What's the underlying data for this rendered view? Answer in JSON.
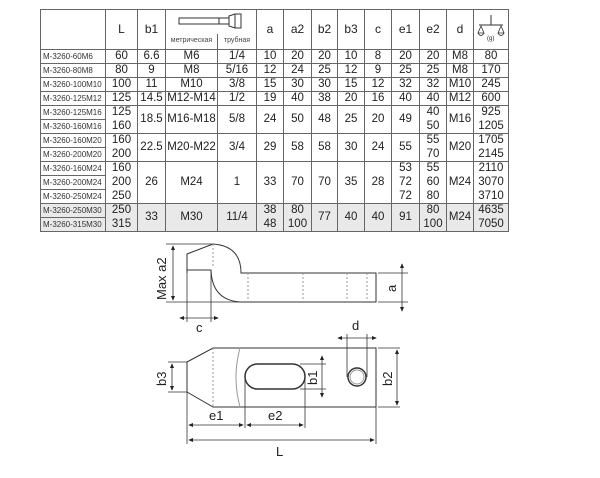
{
  "table": {
    "headers": {
      "L": "L",
      "b1": "b1",
      "thread_metric": "метрическая",
      "thread_pipe": "трубная",
      "a": "a",
      "a2": "a2",
      "b2": "b2",
      "b3": "b3",
      "c": "c",
      "e1": "e1",
      "e2": "e2",
      "d": "d",
      "weight_unit": "(g)"
    },
    "columns": [
      "L",
      "b1",
      "metric",
      "pipe",
      "a",
      "a2",
      "b2",
      "b3",
      "c",
      "e1",
      "e2",
      "d",
      "weight"
    ],
    "groups": [
      {
        "models": [
          "M-3260-60M6"
        ],
        "L": [
          "60"
        ],
        "b1": "6.6",
        "metric": "M6",
        "pipe": "1/4",
        "a": "10",
        "a2": "20",
        "b2": "20",
        "b3": "10",
        "c": "8",
        "e1": "20",
        "e2": "20",
        "d": "M8",
        "weight": [
          "80"
        ]
      },
      {
        "models": [
          "M-3260-80M8"
        ],
        "L": [
          "80"
        ],
        "b1": "9",
        "metric": "M8",
        "pipe": "5/16",
        "a": "12",
        "a2": "24",
        "b2": "25",
        "b3": "12",
        "c": "9",
        "e1": "25",
        "e2": "25",
        "d": "M8",
        "weight": [
          "170"
        ]
      },
      {
        "models": [
          "M-3260-100M10"
        ],
        "L": [
          "100"
        ],
        "b1": "11",
        "metric": "M10",
        "pipe": "3/8",
        "a": "15",
        "a2": "30",
        "b2": "30",
        "b3": "15",
        "c": "12",
        "e1": "32",
        "e2": "32",
        "d": "M10",
        "weight": [
          "245"
        ]
      },
      {
        "models": [
          "M-3260-125M12"
        ],
        "L": [
          "125"
        ],
        "b1": "14.5",
        "metric": "M12-M14",
        "pipe": "1/2",
        "a": "19",
        "a2": "40",
        "b2": "38",
        "b3": "20",
        "c": "16",
        "e1": "40",
        "e2": "40",
        "d": "M12",
        "weight": [
          "600"
        ]
      },
      {
        "models": [
          "M-3260-125M16",
          "M-3260-160M16"
        ],
        "L": [
          "125",
          "160"
        ],
        "b1": "18.5",
        "metric": "M16-M18",
        "pipe": "5/8",
        "a": "24",
        "a2": "50",
        "b2": "48",
        "b3": "25",
        "c": "20",
        "e1": "49",
        "e2": [
          "40",
          "50"
        ],
        "d": "M16",
        "weight": [
          "925",
          "1205"
        ]
      },
      {
        "models": [
          "M-3260-160M20",
          "M-3260-200M20"
        ],
        "L": [
          "160",
          "200"
        ],
        "b1": "22.5",
        "metric": "M20-M22",
        "pipe": "3/4",
        "a": "29",
        "a2": "58",
        "b2": "58",
        "b3": "30",
        "c": "24",
        "e1": "55",
        "e2": [
          "55",
          "70"
        ],
        "d": "M20",
        "weight": [
          "1705",
          "2145"
        ]
      },
      {
        "models": [
          "M-3260-160M24",
          "M-3260-200M24",
          "M-3260-250M24"
        ],
        "L": [
          "160",
          "200",
          "250"
        ],
        "b1": "26",
        "metric": "M24",
        "pipe": "1",
        "a": "33",
        "a2": "70",
        "b2": "70",
        "b3": "35",
        "c": "28",
        "e1": [
          "53",
          "72",
          "72"
        ],
        "e2": [
          "55",
          "60",
          "80"
        ],
        "d": "M24",
        "weight": [
          "2110",
          "3070",
          "3710"
        ]
      },
      {
        "models": [
          "M-3260-250M30",
          "M-3260-315M30"
        ],
        "L": [
          "250",
          "315"
        ],
        "b1": "33",
        "metric": "M30",
        "pipe": "11/4",
        "a": [
          "38",
          "48"
        ],
        "a2": [
          "80",
          "100"
        ],
        "b2": "77",
        "b3": "40",
        "c": "40",
        "e1": "91",
        "e2": [
          "80",
          "100"
        ],
        "d": "M24",
        "weight": [
          "4635",
          "7050"
        ],
        "highlight": true
      }
    ]
  },
  "drawing": {
    "labels": {
      "max_a2": "Max a2",
      "a": "a",
      "c": "c",
      "d": "d",
      "b1": "b1",
      "b2": "b2",
      "b3": "b3",
      "e1": "e1",
      "e2": "e2",
      "L": "L"
    }
  }
}
